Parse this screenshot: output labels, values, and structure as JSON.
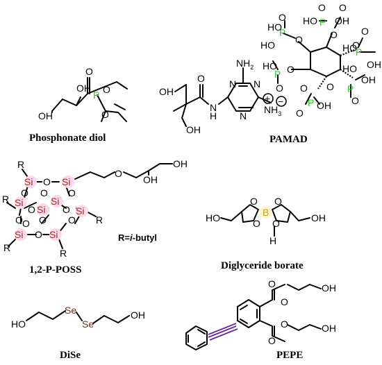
{
  "compounds": {
    "phosphonate_diol": {
      "label": "Phosphonate diol",
      "atoms": {
        "oh_top": "OH",
        "oh_bottom": "OH",
        "p": "P",
        "o_double": "O",
        "o_right": "O",
        "o_down": "O"
      }
    },
    "pamad": {
      "label": "PAMAD",
      "atoms": {
        "oh_left": "OH",
        "oh_bottom": "OH",
        "carbonyl_o": "O",
        "amide_n": "N",
        "amide_h": "H",
        "n1": "N",
        "n2": "N",
        "n3": "N",
        "nh2_top": "NH",
        "nh2_top_sub": "2",
        "nh3": "NH",
        "nh3_sub": "3",
        "plus": "+"
      }
    },
    "phytate": {
      "atoms": {
        "ho": "HO",
        "oh": "OH",
        "o": "O",
        "p": "P",
        "minus": "−"
      }
    },
    "poss": {
      "label": "1,2-P-POSS",
      "note_prefix": "R=",
      "note_italic": "i",
      "note_suffix": "-butyl",
      "atoms": {
        "si": "Si",
        "o": "O",
        "r": "R",
        "oh_end": "OH",
        "oh_mid": "OH"
      }
    },
    "diglyceride_borate": {
      "label": "Diglyceride borate",
      "atoms": {
        "b": "B",
        "o": "O",
        "oh_left": "HO",
        "oh_right": "OH",
        "h": "H"
      }
    },
    "dise": {
      "label": "DiSe",
      "atoms": {
        "ho": "HO",
        "se": "Se",
        "oh": "OH"
      }
    },
    "pepe": {
      "label": "PEPE",
      "atoms": {
        "o": "O",
        "oh": "OH"
      }
    }
  },
  "colors": {
    "phosphorus": "#22cc22",
    "silicon": "#8b3a1c",
    "selenium": "#7a2a10",
    "boron": "#c9a320",
    "alkyne": "#6a2a9a"
  }
}
